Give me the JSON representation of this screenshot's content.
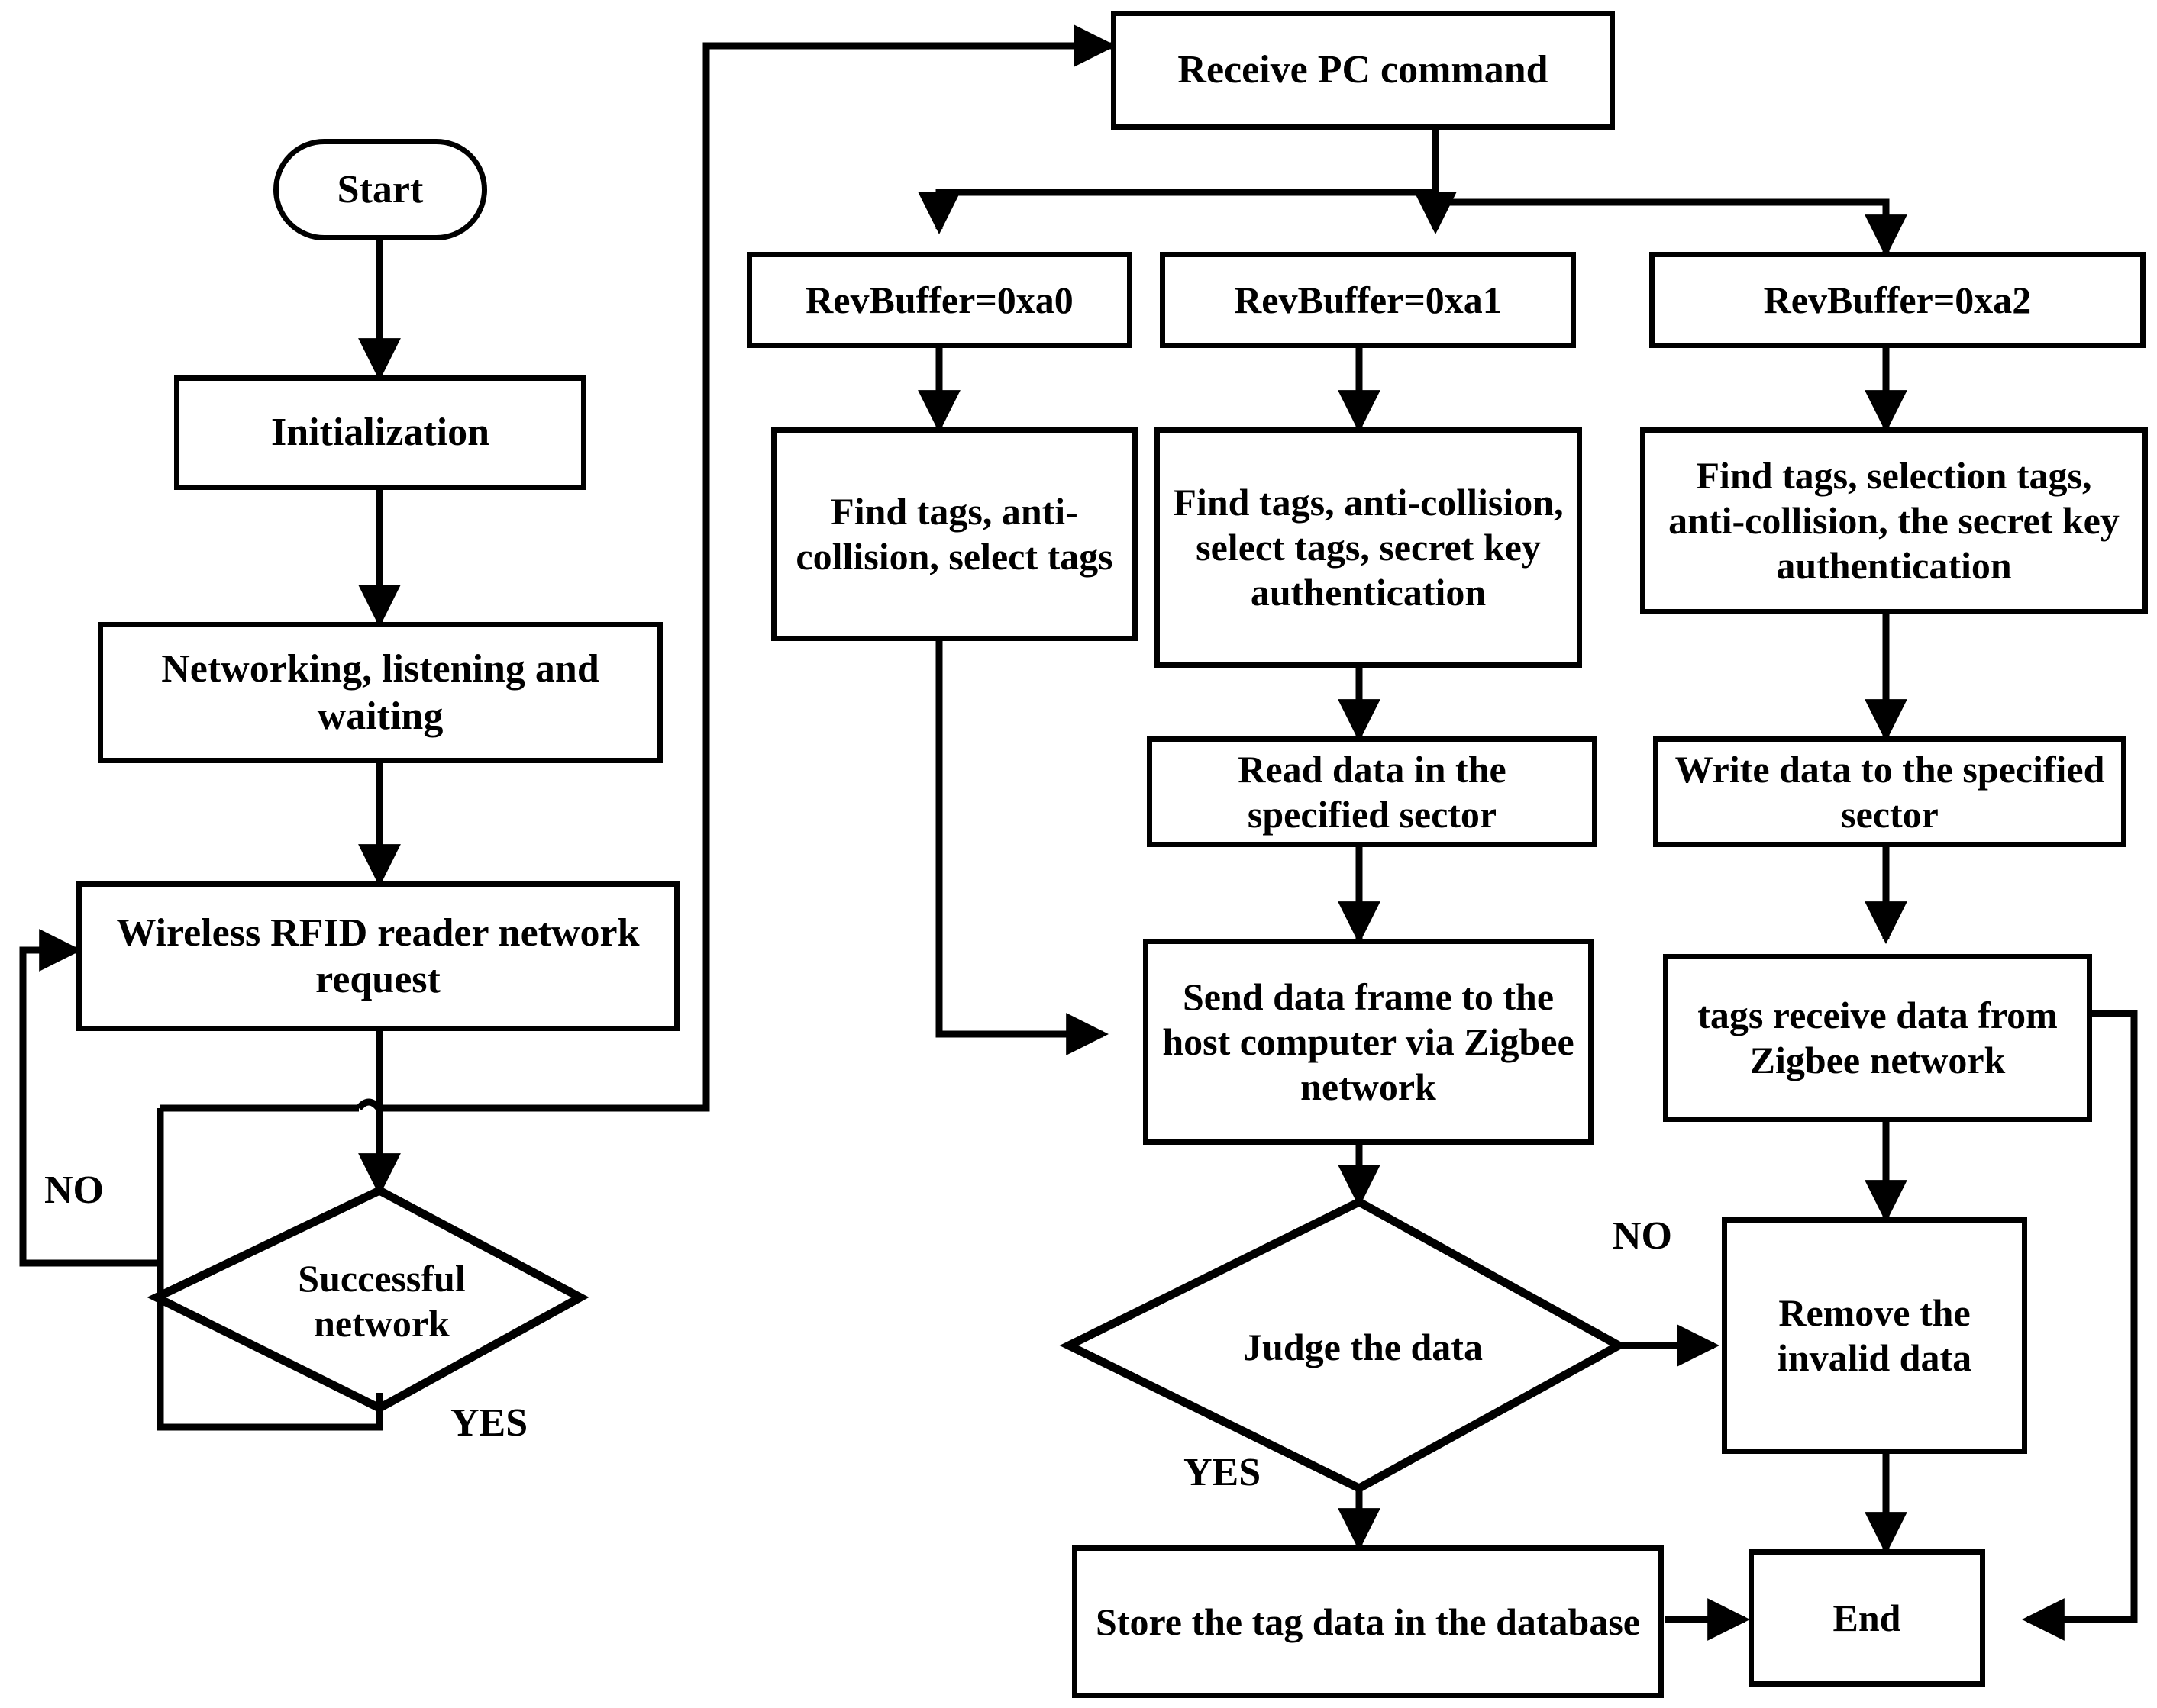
{
  "diagram": {
    "title": "RFID reader and Zigbee network software flowchart",
    "stroke_color": "#000000",
    "fill_color": "#ffffff"
  },
  "nodes": {
    "start": {
      "label": "Start",
      "shape": "terminator"
    },
    "initialization": {
      "label": "Initialization",
      "shape": "process"
    },
    "networking": {
      "label": "Networking, listening and waiting",
      "shape": "process"
    },
    "reader_request": {
      "label": "Wireless RFID reader network request",
      "shape": "process"
    },
    "successful_network": {
      "label": "Successful network",
      "shape": "decision"
    },
    "receive_pc_command": {
      "label": "Receive PC command",
      "shape": "process"
    },
    "revbuffer_a0": {
      "label": "RevBuffer=0xa0",
      "shape": "process"
    },
    "revbuffer_a1": {
      "label": "RevBuffer=0xa1",
      "shape": "process"
    },
    "revbuffer_a2": {
      "label": "RevBuffer=0xa2",
      "shape": "process"
    },
    "find_tags_a0": {
      "label": "Find tags, anti-collision, select tags",
      "shape": "process"
    },
    "find_tags_a1": {
      "label": "Find tags, anti-collision, select tags, secret key authentication",
      "shape": "process"
    },
    "find_tags_a2": {
      "label": "Find tags, selection tags, anti-collision, the secret key authentication",
      "shape": "process"
    },
    "read_data": {
      "label": "Read data in the specified sector",
      "shape": "process"
    },
    "write_data": {
      "label": "Write data to the specified sector",
      "shape": "process"
    },
    "send_data_frame": {
      "label": "Send data frame to the host computer via Zigbee network",
      "shape": "process"
    },
    "tags_receive_data": {
      "label": "tags receive data from Zigbee network",
      "shape": "process"
    },
    "judge_the_data": {
      "label": "Judge the data",
      "shape": "decision"
    },
    "remove_invalid": {
      "label": "Remove the invalid data",
      "shape": "process"
    },
    "store_tag_data": {
      "label": "Store the tag data  in the database",
      "shape": "process"
    },
    "end": {
      "label": "End",
      "shape": "process"
    }
  },
  "edge_labels": {
    "network_no": "NO",
    "network_yes": "YES",
    "judge_no": "NO",
    "judge_yes": "YES"
  }
}
